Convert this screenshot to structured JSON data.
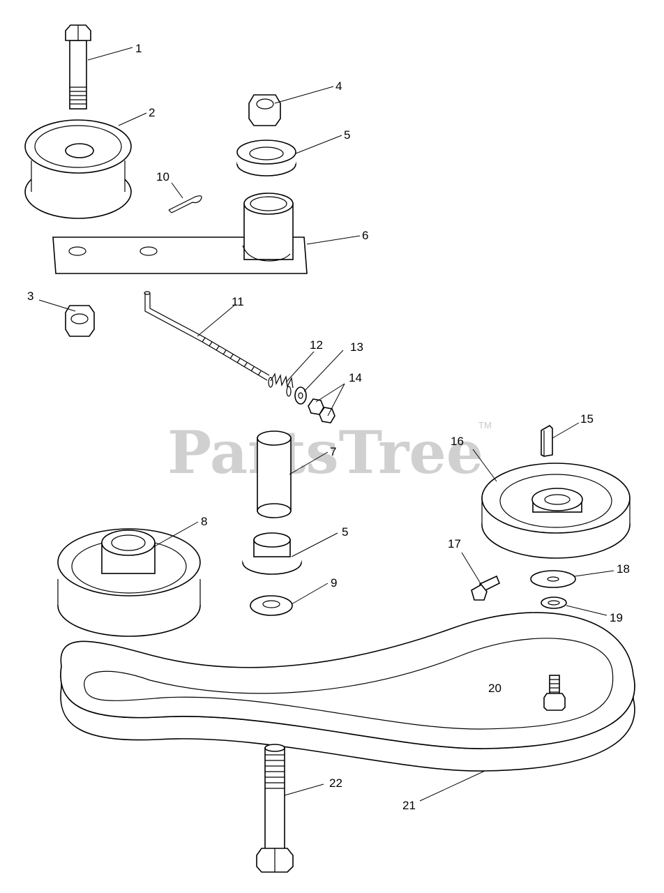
{
  "watermark": {
    "text": "PartsTree",
    "trademark": "TM"
  },
  "callouts": {
    "c1": "1",
    "c2": "2",
    "c3": "3",
    "c4": "4",
    "c5a": "5",
    "c5b": "5",
    "c6": "6",
    "c7": "7",
    "c8": "8",
    "c9": "9",
    "c10": "10",
    "c11": "11",
    "c12": "12",
    "c13": "13",
    "c14": "14",
    "c15": "15",
    "c16": "16",
    "c17": "17",
    "c18": "18",
    "c19": "19",
    "c20": "20",
    "c21": "21",
    "c22": "22"
  }
}
